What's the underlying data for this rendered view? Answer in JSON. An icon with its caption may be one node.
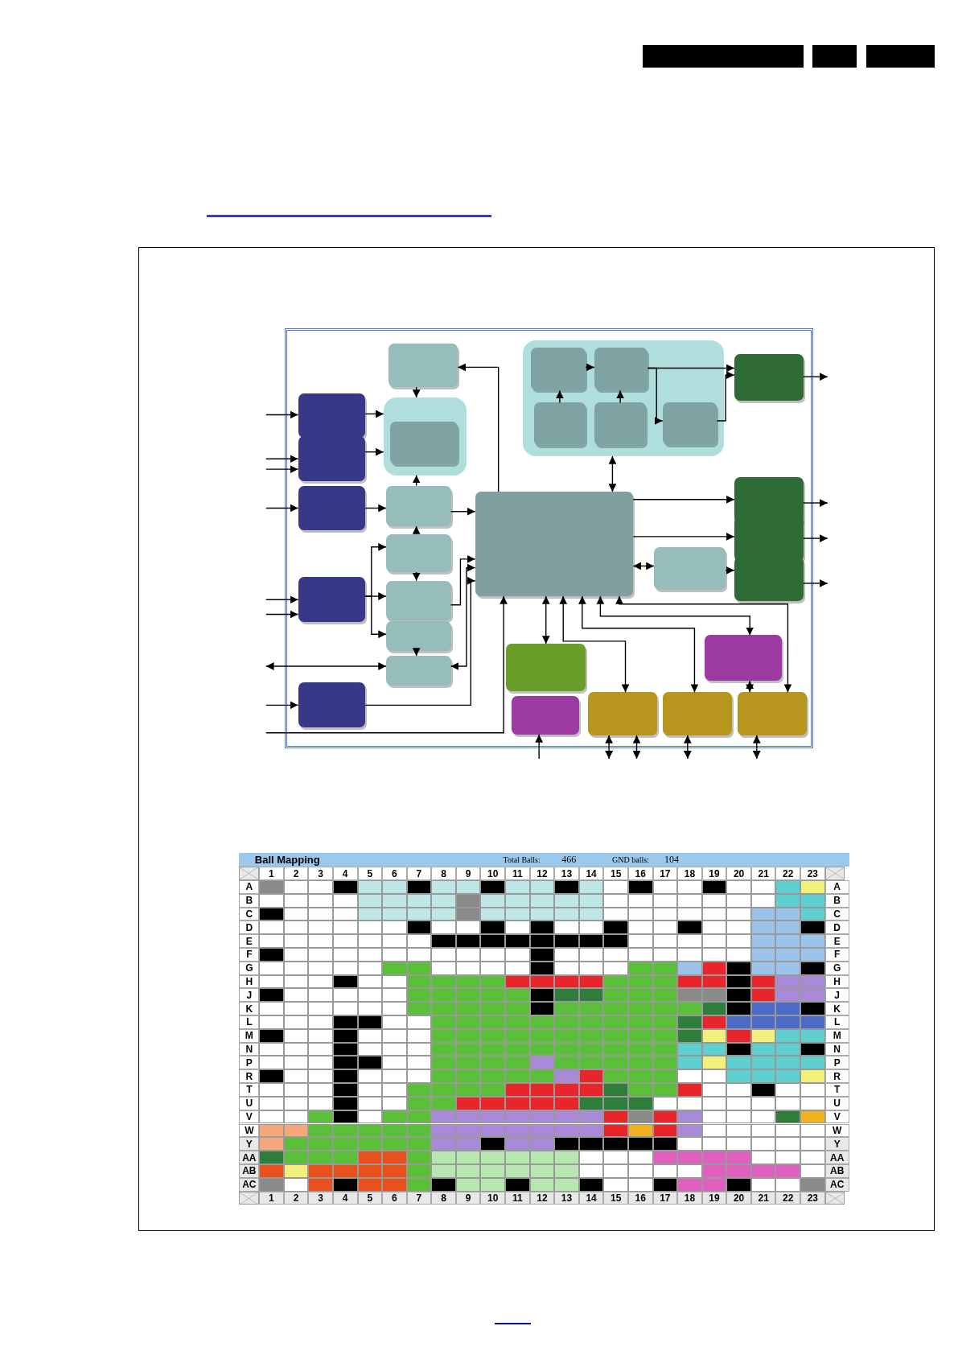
{
  "diagram": {
    "nodes": [
      {
        "text": [],
        "shape": "box"
      },
      {
        "text": [],
        "shape": "box"
      },
      {
        "text": [],
        "shape": "box",
        "in": 1
      },
      {
        "text": [],
        "shape": "box"
      },
      {
        "text": [],
        "shape": "box"
      },
      {
        "text": [],
        "shape": "box"
      },
      {
        "text": [],
        "shape": "box"
      },
      {
        "text": [],
        "shape": "box"
      },
      {
        "text": [],
        "shape": "box"
      },
      {
        "text": [],
        "shape": "box"
      },
      {
        "text": [],
        "shape": "box"
      },
      {
        "text": [],
        "shape": "box"
      },
      {
        "text": [],
        "shape": "box"
      },
      {
        "text": [],
        "shape": "box"
      },
      {
        "text": [],
        "shape": "box",
        "in": 13
      },
      {
        "text": [],
        "shape": "box",
        "in": 13
      },
      {
        "text": [],
        "shape": "box",
        "in": 13
      },
      {
        "text": [],
        "shape": "box",
        "in": 13
      },
      {
        "text": [],
        "shape": "box",
        "in": 13
      },
      {
        "text": [],
        "shape": "box"
      },
      {
        "text": [],
        "shape": "box"
      },
      {
        "text": [],
        "shape": "box"
      },
      {
        "text": [],
        "shape": "box"
      },
      {
        "text": [],
        "shape": "box"
      },
      {
        "text": [],
        "shape": "box"
      },
      {
        "text": [],
        "shape": "box"
      },
      {
        "text": [],
        "shape": "box"
      },
      {
        "text": [],
        "shape": "box"
      },
      {
        "text": [],
        "shape": "box"
      },
      {
        "text": [],
        "shape": "box"
      },
      {
        "text": [],
        "shape": "box"
      }
    ],
    "edges": [
      {
        "from": 20,
        "to": 0,
        "arrow": "to"
      },
      {
        "from": 0,
        "to": 1,
        "arrow": "to"
      },
      {
        "from": null,
        "to": 3,
        "arrow": "to"
      },
      {
        "from": 3,
        "to": 1,
        "arrow": "to"
      },
      {
        "from": null,
        "to": 4,
        "arrow": "to"
      },
      {
        "from": null,
        "to": 4,
        "arrow": "to"
      },
      {
        "from": 4,
        "to": 1,
        "arrow": "to"
      },
      {
        "from": null,
        "to": 5,
        "arrow": "to"
      },
      {
        "from": 5,
        "to": 6,
        "arrow": "to"
      },
      {
        "from": 6,
        "to": 1,
        "arrow": "to"
      },
      {
        "from": 7,
        "to": 6,
        "arrow": "to"
      },
      {
        "from": 6,
        "to": 20,
        "arrow": "to"
      },
      {
        "from": null,
        "to": 8,
        "arrow": "to"
      },
      {
        "from": null,
        "to": 8,
        "arrow": "to"
      },
      {
        "from": 8,
        "to": 7,
        "arrow": "to"
      },
      {
        "from": 8,
        "to": 9,
        "arrow": "to"
      },
      {
        "from": 8,
        "to": 10,
        "arrow": "to"
      },
      {
        "from": 7,
        "to": 9,
        "arrow": "to"
      },
      {
        "from": 9,
        "to": 20,
        "arrow": "to"
      },
      {
        "from": 10,
        "to": 11,
        "arrow": "to"
      },
      {
        "from": 11,
        "to": 20,
        "arrow": "both"
      },
      {
        "from": null,
        "to": 11,
        "arrow": "both"
      },
      {
        "from": null,
        "to": 12,
        "arrow": "to"
      },
      {
        "from": 12,
        "to": 20,
        "arrow": "to"
      },
      {
        "from": null,
        "to": 20,
        "arrow": "to"
      },
      {
        "from": 20,
        "to": 13,
        "arrow": "both"
      },
      {
        "from": 14,
        "to": 15,
        "arrow": "to"
      },
      {
        "from": 16,
        "to": 14,
        "arrow": "to"
      },
      {
        "from": 17,
        "to": 15,
        "arrow": "to"
      },
      {
        "from": 15,
        "to": 19,
        "arrow": "to"
      },
      {
        "from": 15,
        "to": 18,
        "arrow": "to"
      },
      {
        "from": 18,
        "to": 19,
        "arrow": "to"
      },
      {
        "from": 20,
        "to": 21,
        "arrow": "to"
      },
      {
        "from": 20,
        "to": 22,
        "arrow": "to"
      },
      {
        "from": 20,
        "to": 23,
        "arrow": "both"
      },
      {
        "from": 23,
        "to": 24,
        "arrow": "to"
      },
      {
        "from": 19,
        "to": null,
        "arrow": "to"
      },
      {
        "from": 21,
        "to": null,
        "arrow": "to"
      },
      {
        "from": 22,
        "to": null,
        "arrow": "to"
      },
      {
        "from": 24,
        "to": null,
        "arrow": "to"
      },
      {
        "from": 20,
        "to": 26,
        "arrow": "both"
      },
      {
        "from": 20,
        "to": 28,
        "arrow": "both"
      },
      {
        "from": 20,
        "to": 29,
        "arrow": "both"
      },
      {
        "from": 20,
        "to": 25,
        "arrow": "both"
      },
      {
        "from": 20,
        "to": 30,
        "arrow": "both"
      },
      {
        "from": 25,
        "to": 30,
        "arrow": "both"
      },
      {
        "from": null,
        "to": 27,
        "arrow": "to"
      },
      {
        "from": 28,
        "to": null,
        "arrow": "both"
      },
      {
        "from": 28,
        "to": null,
        "arrow": "both"
      },
      {
        "from": 29,
        "to": null,
        "arrow": "both"
      },
      {
        "from": 30,
        "to": null,
        "arrow": "both"
      }
    ],
    "labels": [
      "Ball Mapping",
      "Total Balls:",
      "466",
      "GND balls:",
      "104",
      "1",
      "2",
      "3",
      "4",
      "5",
      "6",
      "7",
      "8",
      "9",
      "10",
      "11",
      "12",
      "13",
      "14",
      "15",
      "16",
      "17",
      "18",
      "19",
      "20",
      "21",
      "22",
      "23",
      "A",
      "A",
      "B",
      "B",
      "C",
      "C",
      "D",
      "D",
      "E",
      "E",
      "F",
      "F",
      "G",
      "G",
      "H",
      "H",
      "J",
      "J",
      "K",
      "K",
      "L",
      "L",
      "M",
      "M",
      "N",
      "N",
      "P",
      "P",
      "R",
      "R",
      "T",
      "T",
      "U",
      "U",
      "V",
      "V",
      "W",
      "W",
      "Y",
      "Y",
      "AA",
      "AA",
      "AB",
      "AB",
      "AC",
      "AC",
      "1",
      "2",
      "3",
      "4",
      "5",
      "6",
      "7",
      "8",
      "9",
      "10",
      "11",
      "12",
      "13",
      "14",
      "15",
      "16",
      "17",
      "18",
      "19",
      "20",
      "21",
      "22",
      "23"
    ]
  }
}
